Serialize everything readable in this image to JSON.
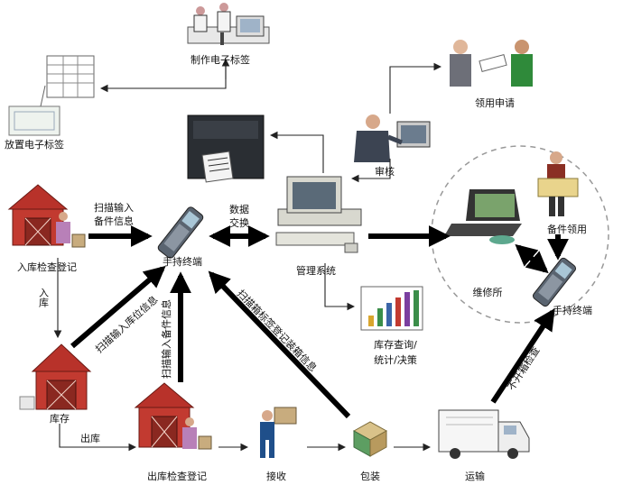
{
  "nodes": {
    "make_label": "制作电子标签",
    "place_label": "放置电子标签",
    "apply": "领用申请",
    "audit": "审核",
    "inbound_check": "入库检查登记",
    "handheld_center": "手持终端",
    "data_exchange_1": "数据",
    "data_exchange_2": "交换",
    "mgmt_system": "管理系统",
    "spare_use": "备件领用",
    "repair_shop": "维修所",
    "handheld_right": "手持终端",
    "stock_query_1": "库存查询/",
    "stock_query_2": "统计/决策",
    "warehouse": "库存",
    "outbound_check": "出库检查登记",
    "receive": "接收",
    "pack": "包装",
    "transport": "运输"
  },
  "edges": {
    "scan_input_1": "扫描输入",
    "scan_input_2": "备件信息",
    "inbound": "入库",
    "scan_in_location": "扫描输入库位信息",
    "scan_in_spare": "扫描输入备件信息",
    "scan_box": "扫描箱标签登记装箱信息",
    "outbound": "出库",
    "no_open_check": "不开箱检查"
  }
}
